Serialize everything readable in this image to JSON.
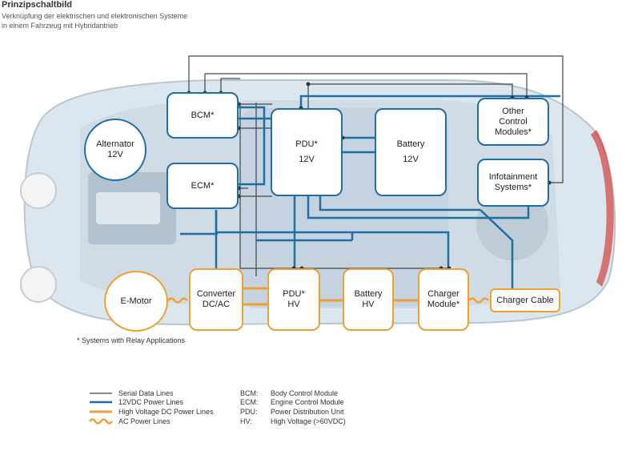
{
  "header": {
    "title": "Prinzipschaltbild",
    "subtitle_line1": "Verknüpfung der elektrischen und elektronischen Systeme",
    "subtitle_line2": "in einem Fahrzeug mit Hybridantrieb"
  },
  "boxes": {
    "bcm": "BCM*",
    "ecm": "ECM*",
    "alternator_l1": "Alternator",
    "alternator_l2": "12V",
    "pdu12_l1": "PDU*",
    "pdu12_l2": "12V",
    "battery12_l1": "Battery",
    "battery12_l2": "12V",
    "other_l1": "Other",
    "other_l2": "Control",
    "other_l3": "Modules*",
    "info_l1": "Infotainment",
    "info_l2": "Systems*",
    "emotor": "E-Motor",
    "converter_l1": "Converter",
    "converter_l2": "DC/AC",
    "pduhv_l1": "PDU*",
    "pduhv_l2": "HV",
    "batteryhv_l1": "Battery",
    "batteryhv_l2": "HV",
    "charger_l1": "Charger",
    "charger_l2": "Module*",
    "charger_cable": "Charger Cable"
  },
  "footnote": "* Systems with Relay Applications",
  "legend": [
    {
      "label": "Serial Data Lines",
      "color": "#444444"
    },
    {
      "label": "12VDC Power Lines",
      "color": "#1f6fa3"
    },
    {
      "label": "High Voltage DC Power Lines",
      "color": "#f0a030"
    },
    {
      "label": "AC Power Lines",
      "color": "#f0a030"
    }
  ],
  "abbreviations": [
    {
      "key": "BCM:",
      "value": "Body Control Module"
    },
    {
      "key": "ECM:",
      "value": "Engine Control Module"
    },
    {
      "key": "PDU:",
      "value": "Power Distribution Unit"
    },
    {
      "key": "HV:",
      "value": "High Voltage (>60VDC)"
    }
  ],
  "colors": {
    "blue": "#1f6fa3",
    "orange": "#f0a030",
    "serial": "#444444"
  }
}
